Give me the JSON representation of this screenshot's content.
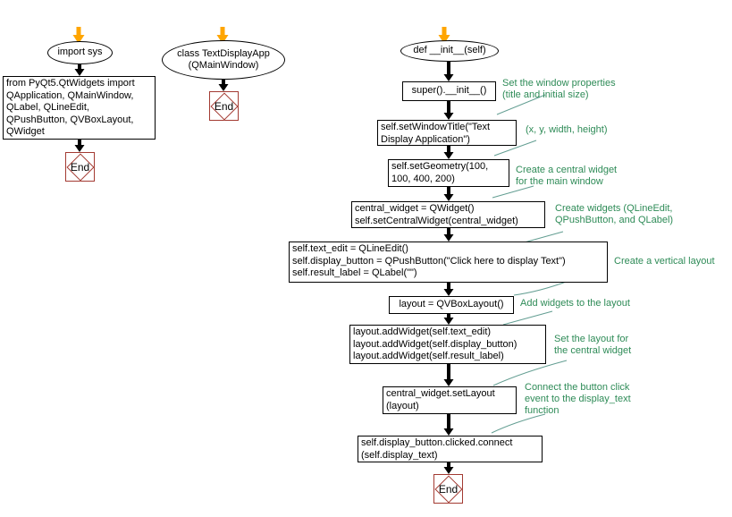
{
  "colors": {
    "background": "#ffffff",
    "node_border": "#000000",
    "node_text": "#000000",
    "end_node_border": "#a33a32",
    "start_arrow": "#ffa500",
    "flow_arrow": "#000000",
    "annotation_text": "#2e8b57",
    "annotation_line": "#639e92"
  },
  "icons": {
    "start_arrow": "orange-down-arrow",
    "flow_arrow": "black-down-arrow",
    "end_marker": "diamond-in-square"
  },
  "left_flow": {
    "start": "import sys",
    "imports": "from PyQt5.QtWidgets import\nQApplication, QMainWindow,\nQLabel, QLineEdit,\nQPushButton, QVBoxLayout,\nQWidget",
    "end": "End"
  },
  "class_flow": {
    "declaration": "class TextDisplayApp\n(QMainWindow)",
    "end": "End"
  },
  "init_flow": {
    "def": "def __init__(self)",
    "super_call": "super().__init__()",
    "set_window_title": "self.setWindowTitle(\"Text\nDisplay Application\")",
    "set_geometry": "self.setGeometry(100,\n100, 400, 200)",
    "central_widget": "central_widget = QWidget()\nself.setCentralWidget(central_widget)",
    "create_widgets": "self.text_edit = QLineEdit()\nself.display_button = QPushButton(\"Click here to display Text\")\nself.result_label = QLabel(\"\")",
    "layout": "layout = QVBoxLayout()",
    "add_widgets": "layout.addWidget(self.text_edit)\nlayout.addWidget(self.display_button)\nlayout.addWidget(self.result_label)",
    "set_layout": "central_widget.setLayout\n(layout)",
    "connect": "self.display_button.clicked.connect\n(self.display_text)",
    "end": "End"
  },
  "annotations": {
    "window_properties": "Set the window properties\n(title and initial size)",
    "geometry_args": "(x, y, width, height)",
    "central_widget": "Create a central widget\nfor the main window",
    "create_widgets": "Create widgets (QLineEdit,\nQPushButton, and QLabel)",
    "vertical_layout": "Create a vertical layout",
    "add_widgets": "Add widgets to the layout",
    "set_layout": "Set the layout for\nthe central widget",
    "connect_click": "Connect the button click\nevent to the display_text\nfunction"
  }
}
